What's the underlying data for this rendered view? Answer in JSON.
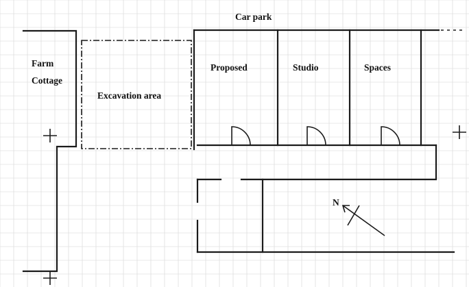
{
  "labels": {
    "car_park": "Car park",
    "farm": "Farm",
    "cottage": "Cottage",
    "excavation_area": "Excavation area",
    "proposed": "Proposed",
    "studio": "Studio",
    "spaces": "Spaces",
    "north": "N"
  },
  "colors": {
    "lines": "#1a1a1a",
    "grid": "#d5d5d5",
    "background": "#ffffff"
  }
}
